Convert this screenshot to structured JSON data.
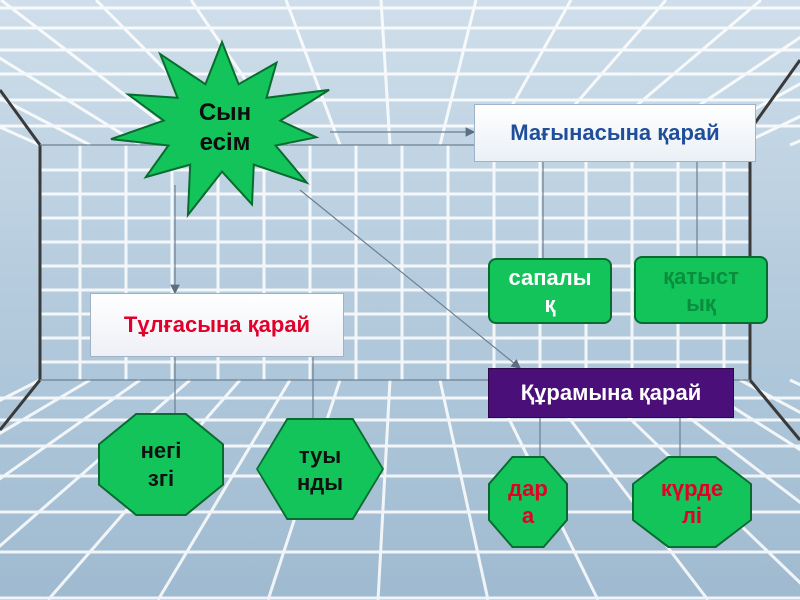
{
  "diagram": {
    "root": {
      "label": "Сын\nесім"
    },
    "category_meaning": {
      "label": "Мағынасына қарай"
    },
    "category_form": {
      "label": "Тұлғасына қарай"
    },
    "category_composition": {
      "label": "Құрамына қарай"
    },
    "leaf_qualitative": {
      "label": "сапалы\nқ"
    },
    "leaf_relative": {
      "label": "қатыст\nық"
    },
    "leaf_root": {
      "label": "негі\nзгі"
    },
    "leaf_derived": {
      "label": "туы\nнды"
    },
    "leaf_simple": {
      "label": "дар\nа"
    },
    "leaf_compound": {
      "label": "күрде\nлі"
    }
  },
  "colors": {
    "green_fill": "#12c45a",
    "green_border": "#0a6b30",
    "blue_text": "#1f4e9a",
    "red_text": "#e0002a",
    "white_text": "#ffffff",
    "purple_box": "#4a0f78"
  }
}
